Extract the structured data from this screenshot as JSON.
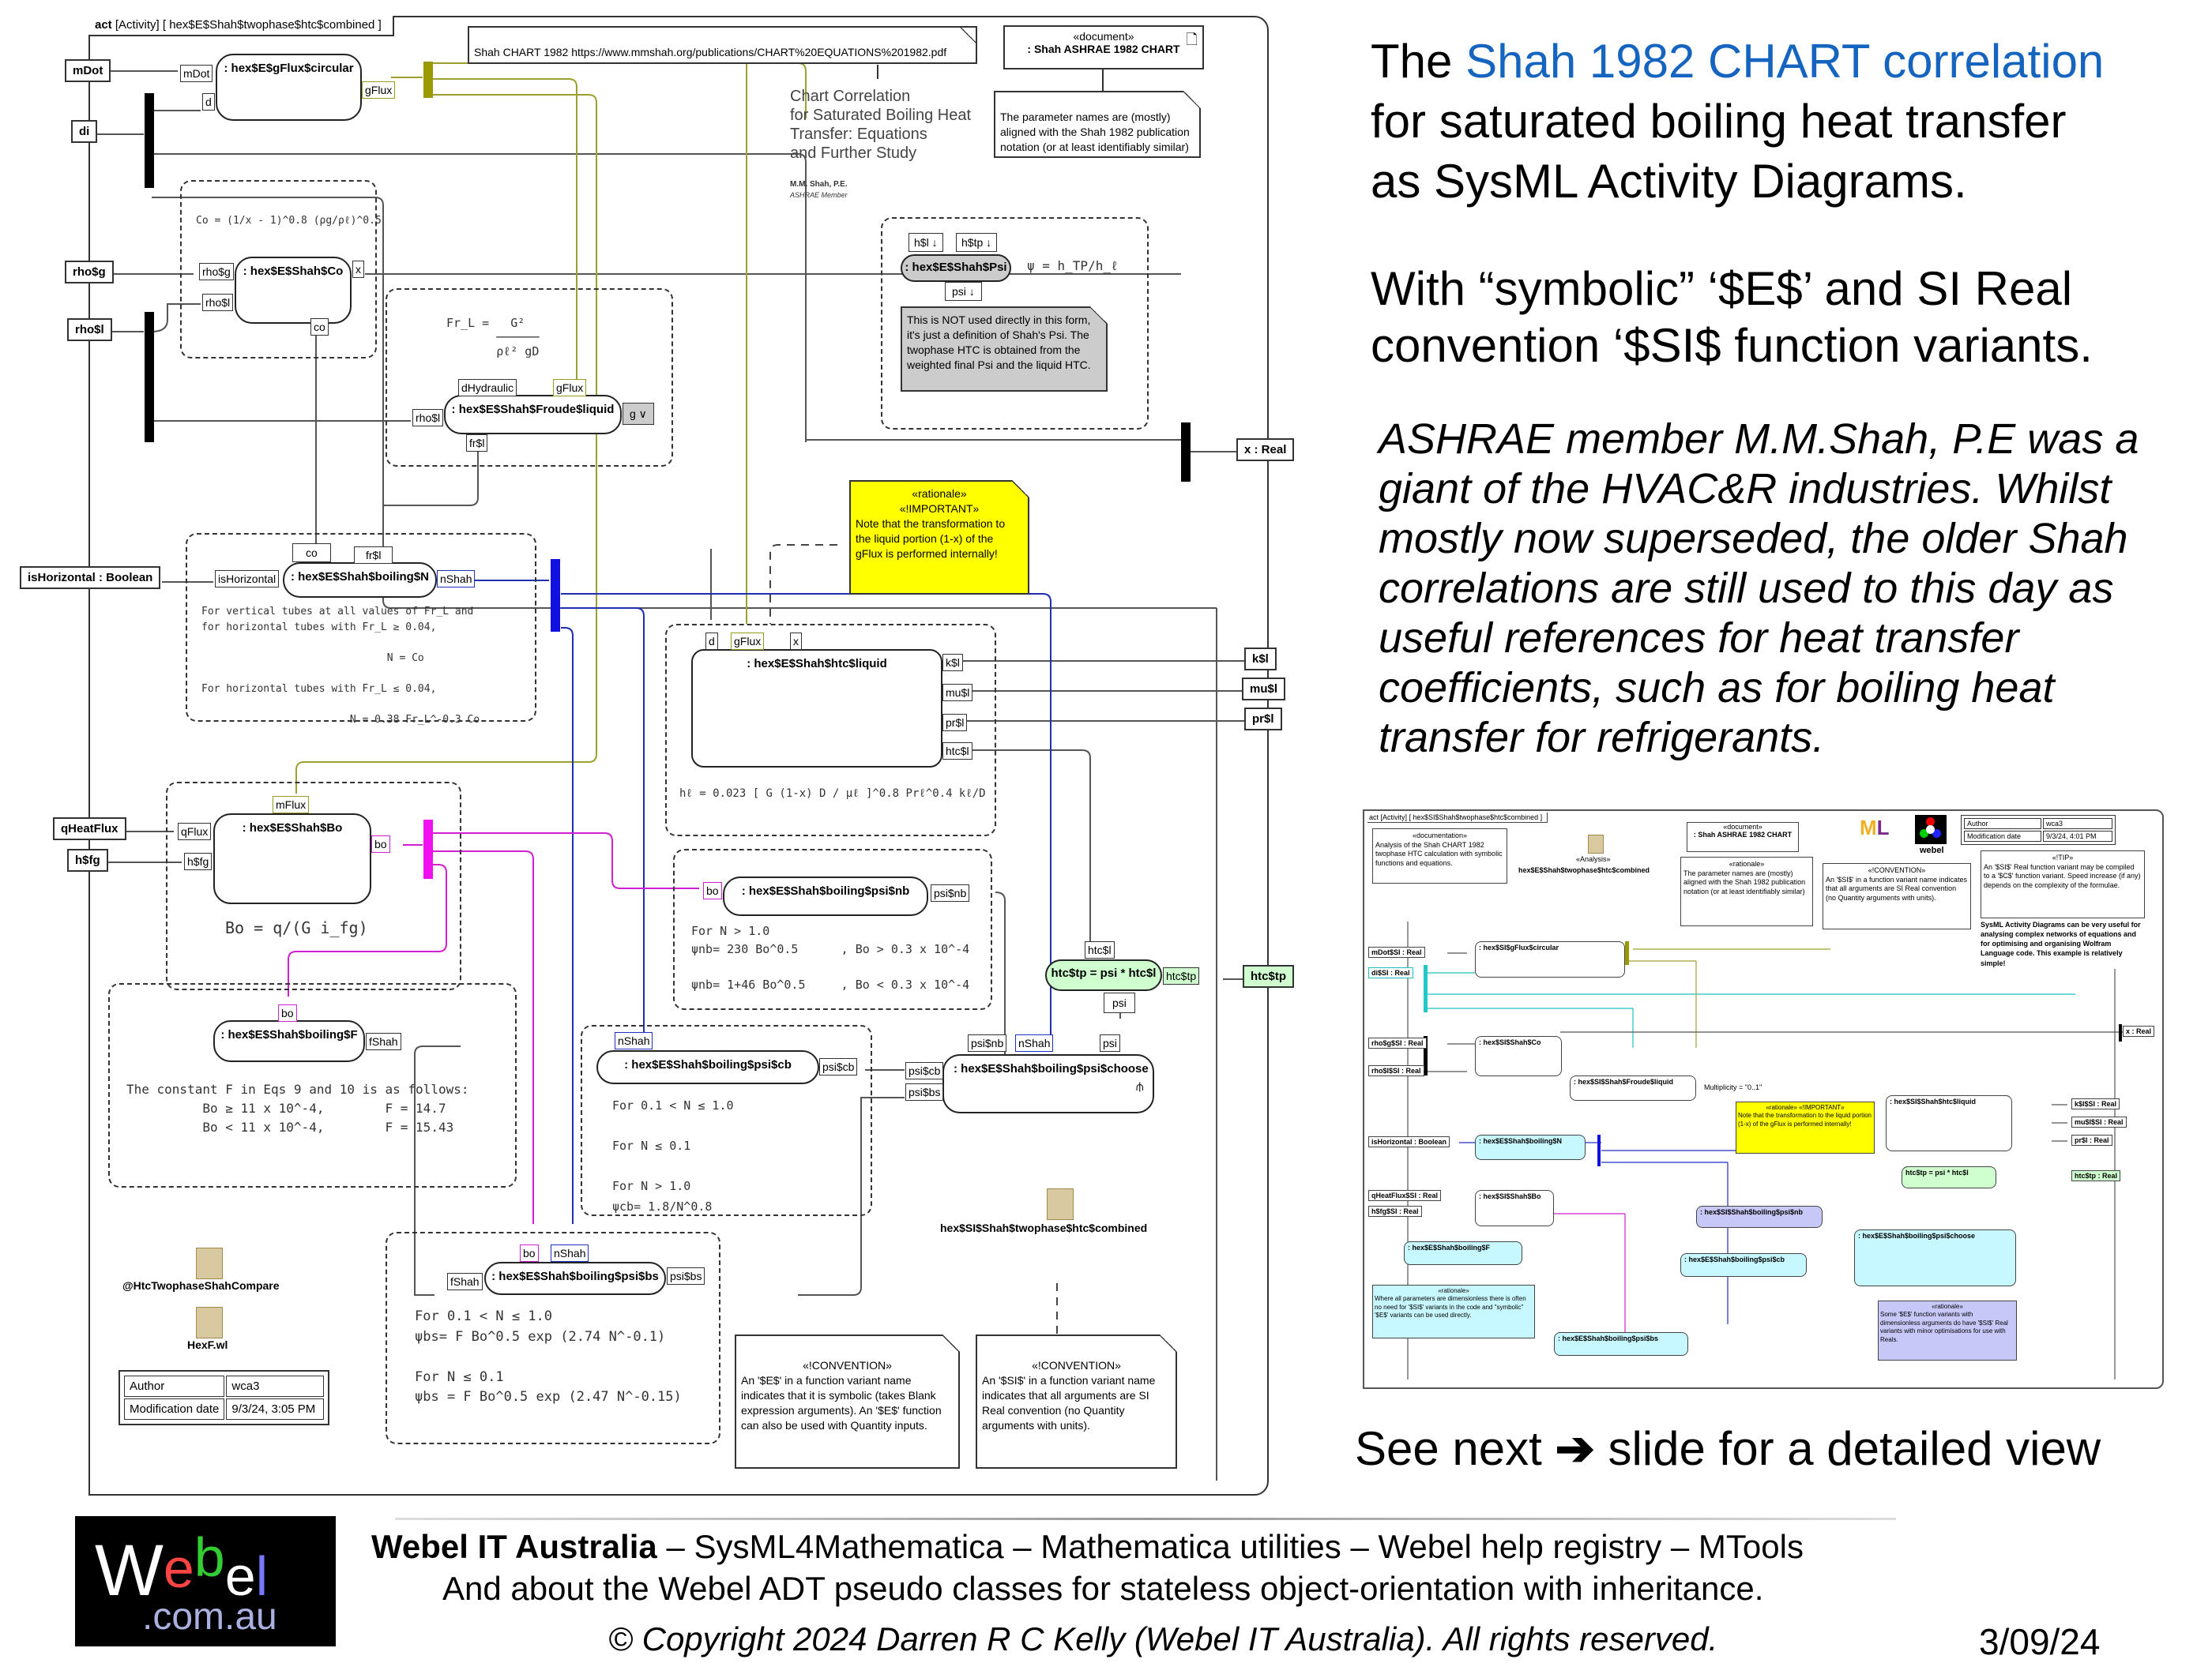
{
  "diagram": {
    "frame_kind": "act",
    "frame_type": "[Activity]",
    "frame_name": "[ hex$E$Shah$twophase$htc$combined ]",
    "params": {
      "mDot": "mDot",
      "di": "di",
      "rhoG": "rho$g",
      "rhoL": "rho$l",
      "isHorizontal": "isHorizontal : Boolean",
      "qHeatFlux": "qHeatFlux",
      "hfg": "h$fg",
      "x": "x : Real",
      "kl": "k$l",
      "mul": "mu$l",
      "prl": "pr$l",
      "htctp": "htc$tp"
    },
    "actions": {
      "gflux": ": hex$E$gFlux$circular",
      "co": ": hex$E$Shah$Co",
      "froude": ": hex$E$Shah$Froude$liquid",
      "boilingN": ": hex$E$Shah$boiling$N",
      "htcl": ": hex$E$Shah$htc$liquid",
      "bo": ": hex$E$Shah$Bo",
      "boilingF": ": hex$E$Shah$boiling$F",
      "psinb": ": hex$E$Shah$boiling$psi$nb",
      "psicb": ": hex$E$Shah$boiling$psi$cb",
      "psibs": ": hex$E$Shah$boiling$psi$bs",
      "choose": ": hex$E$Shah$boiling$psi$choose",
      "htctp": "htc$tp = psi * htc$l",
      "psiDef": ": hex$E$Shah$Psi"
    },
    "pins": {
      "mDot": "mDot",
      "d": "d",
      "gFlux": "gFlux",
      "rhoG": "rho$g",
      "rhoL": "rho$l",
      "x": "x",
      "co": "co",
      "dHydraulic": "dHydraulic",
      "rhoL2": "rho$l",
      "g": "g ∨",
      "frl": "fr$l",
      "co2": "co",
      "frl2": "fr$l",
      "isHorizontal": "isHorizontal",
      "nShah": "nShah",
      "d2": "d",
      "gFlux2": "gFlux",
      "x2": "x",
      "kl": "k$l",
      "mul": "mu$l",
      "prl": "pr$l",
      "htcl": "htc$l",
      "mFlux": "mFlux",
      "qFlux": "qFlux",
      "hfg": "h$fg",
      "bo": "bo",
      "bo2": "bo",
      "fShah": "fShah",
      "bo3": "bo",
      "psinb": "psi$nb",
      "nShah2": "nShah",
      "psicb": "psi$cb",
      "psinb2": "psi$nb",
      "nShah3": "nShah",
      "psi": "psi",
      "psicb2": "psi$cb",
      "psibs2": "psi$bs",
      "htcl2": "htc$l",
      "htctpOut": "htc$tp",
      "psi2": "psi",
      "bo4": "bo",
      "nShah4": "nShah",
      "fShah2": "fShah",
      "psibs": "psi$bs",
      "hl": "h$l ↓",
      "htp": "h$tp ↓",
      "psiOut": "psi ↓"
    },
    "equations": {
      "co": "Co = (1/x - 1)^0.8 (ρg/ρℓ)^0.5",
      "froude": "Fr_L =   G²\n       ──────\n       ρℓ² gD",
      "n_text": "For vertical tubes at all values of Fr_L and\nfor horizontal tubes with Fr_L ≥ 0.04,\n\n                              N = Co\n\nFor horizontal tubes with Fr_L ≤ 0.04,\n\n                        N = 0.38 Fr_L^-0.3 Co",
      "htcl": "hℓ = 0.023 [ G (1-x) D / μℓ ]^0.8 Prℓ^0.4 kℓ/D",
      "bo": "Bo = q/(G i_fg)",
      "f_text": "The constant F in Eqs 9 and 10 is as follows:\n          Bo ≥ 11 x 10^-4,        F = 14.7\n          Bo < 11 x 10^-4,        F = 15.43",
      "nb_text": "For N > 1.0\nψnb= 230 Bo^0.5      , Bo > 0.3 x 10^-4\n\nψnb= 1+46 Bo^0.5     , Bo < 0.3 x 10^-4",
      "cb_text": "For 0.1 < N ≤ 1.0\n\nFor N ≤ 0.1\n\nFor N > 1.0\nψcb= 1.8/N^0.8",
      "bs_text": "For 0.1 < N ≤ 1.0\nψbs= F Bo^0.5 exp (2.74 N^-0.1)\n\nFor N ≤ 0.1\nψbs = F Bo^0.5 exp (2.47 N^-0.15)",
      "psi": "ψ = h_TP/h_ℓ"
    },
    "notes": {
      "url": "Shah CHART 1982 https://www.mmshah.org/publications/CHART%20EQUATIONS%201982.pdf",
      "paper_title": "Chart Correlation\nfor Saturated Boiling Heat\nTransfer: Equations\nand Further Study",
      "paper_author": "M.M. Shah, P.E.",
      "paper_member": "ASHRAE Member",
      "doc_stereo": "«document»",
      "doc_name": ": Shah ASHRAE 1982 CHART",
      "param_names": "The parameter names are (mostly) aligned with the Shah 1982 publication notation (or at least identifiably similar)",
      "psi_note": "This is NOT used directly in this form, it's just a definition of Shah's Psi. The twophase HTC is obtained from the weighted final Psi and the liquid HTC.",
      "important_stereo1": "«rationale»",
      "important_stereo2": "«!IMPORTANT»",
      "important_text": "Note that the transformation to the liquid portion (1-x) of the gFlux is performed internally!",
      "conv_stereo": "«!CONVENTION»",
      "conv_e": "An '$E$' in a function variant name indicates that it is symbolic (takes Blank expression arguments). An '$E$' function can also be used with Quantity inputs.",
      "conv_si": "An '$SI$' in a function variant name indicates that all arguments are SI Real convention (no Quantity arguments with units).",
      "si_link": "hex$SI$Shah$twophase$htc$combined",
      "compare_link": "@HtcTwophaseShahCompare",
      "hexf_link": "HexF.wl"
    },
    "author_table": [
      {
        "key": "Author",
        "value": "wca3"
      },
      {
        "key": "Modification date",
        "value": "9/3/24, 3:05 PM"
      }
    ]
  },
  "slide": {
    "title_prefix": "The ",
    "title_link": "Shah 1982 CHART correlation",
    "title_rest1": "for saturated boiling heat transfer",
    "title_rest2": "as SysML Activity Diagrams.",
    "subtitle1": "With “symbolic” ‘$E$’ and SI Real",
    "subtitle2": "convention ‘$SI$ function variants.",
    "italic_text": "ASHRAE member M.M.Shah, P.E was a giant of the HVAC&R industries. Whilst mostly now superseded, the older Shah correlations are still used to this day as useful references for heat transfer coefficients, such as for boiling heat transfer for refrigerants.",
    "see_next_prefix": "See next",
    "see_next_suffix": "slide for a detailed view",
    "link_color": "#1565c0"
  },
  "thumbnail": {
    "frame": "act [Activity]  [ hex$SI$Shah$twophase$htc$combined ]",
    "doc_stereo": "«documentation»",
    "doc_text": "Analysis of the Shah CHART 1982 twophase HTC calculation with symbolic functions and equations.",
    "analysis_stereo": "«Analysis»",
    "analysis_name": "hex$E$Shah$twophase$htc$combined",
    "doc2_stereo": "«document»",
    "doc2_name": ": Shah ASHRAE 1982 CHART",
    "rationale_stereo": "«rationale»",
    "rationale_text": "The parameter names are (mostly) aligned with the Shah 1982 publication notation (or at least identifiably similar)",
    "conv_stereo": "«!CONVENTION»",
    "conv_text": "An '$SI$' in a function variant name indicates that all arguments are SI Real convention (no Quantity arguments with units).",
    "tip_stereo": "«!TIP»",
    "tip_text": "An '$SI$' Real function variant may be compiled to a '$C$' function variant. Speed increase (if any) depends on the complexity of the formulae.",
    "sysml_note": "SysML Activity Diagrams can be very useful for analysing complex networks of equations and for optimising and organising Wolfram Language code. This example is relatively simple!",
    "webel_label": "webel",
    "author_table": [
      {
        "key": "Author",
        "value": "wca3"
      },
      {
        "key": "Modification date",
        "value": "9/3/24, 4:01 PM"
      }
    ],
    "params": [
      "mDot$SI : Real",
      "di$SI : Real",
      "rho$g$SI : Real",
      "rho$l$SI : Real",
      "isHorizontal : Boolean",
      "qHeatFlux$SI : Real",
      "h$fg$SI : Real",
      "x : Real",
      "k$l$SI : Real",
      "mu$l$SI : Real",
      "pr$l : Real",
      "htc$tp : Real"
    ],
    "actions": [
      ": hex$SI$gFlux$circular",
      ": hex$SI$Shah$Co",
      ": hex$SI$Shah$Froude$liquid",
      ": hex$E$Shah$boiling$N",
      ": hex$SI$Shah$Bo",
      ": hex$E$Shah$boiling$F",
      ": hex$SI$Shah$htc$liquid",
      "htc$tp = psi * htc$l",
      ": hex$SI$Shah$boiling$psi$nb",
      ": hex$E$Shah$boiling$psi$cb",
      ": hex$E$Shah$boiling$psi$bs",
      ": hex$E$Shah$boiling$psi$choose"
    ],
    "multiplicity": "Multiplicity = \"0..1\"",
    "important_stereo": "«rationale» «!IMPORTANT»",
    "important_text": "Note that the transformation to the liquid portion (1-x) of the gFlux is performed internally!",
    "purple_stereo": "«rationale»",
    "purple_text": "Some '$E$' function variants with dimensionless arguments do have '$SI$' Real variants with minor optimisations for use with Reals.",
    "cyan_stereo": "«rationale»",
    "cyan_text": "Where all parameters are dimensionless there is often no need for '$SI$' variants in the code and \"symbolic\" '$E$' variants can be used directly."
  },
  "footer": {
    "line1_bold": "Webel IT Australia ",
    "line1_rest": " – SysML4Mathematica – Mathematica utilities – Webel help registry – MTools",
    "line2": "And about the Webel ADT pseudo classes for stateless object-orientation with inheritance.",
    "copyright": "© Copyright 2024 Darren R C Kelly (Webel IT Australia). All rights reserved.",
    "date": "3/09/24",
    "logo_we": "W",
    "logo_e": "e",
    "logo_b": "b",
    "logo_e2": "e",
    "logo_l": "l",
    "logo_domain": ".com.au"
  }
}
